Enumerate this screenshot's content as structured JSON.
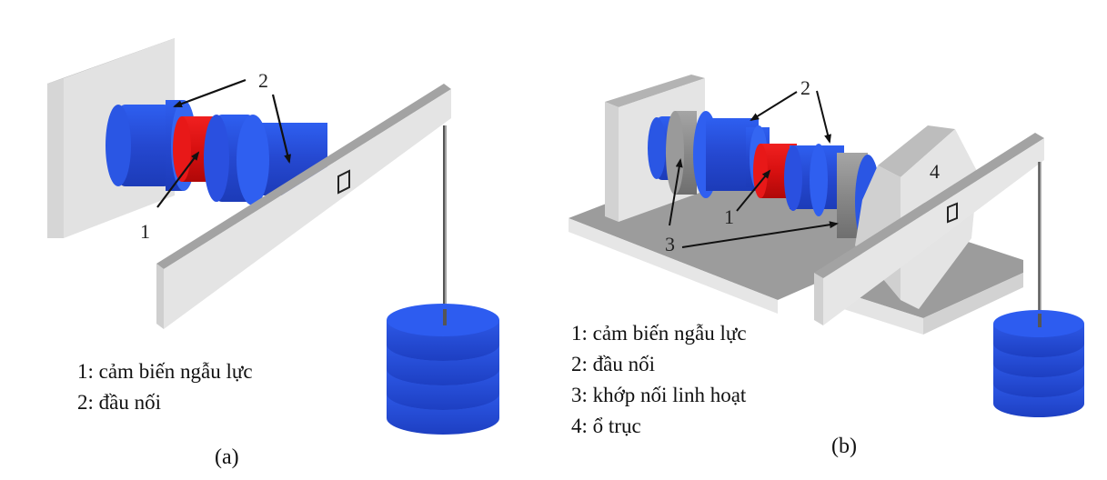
{
  "figure": {
    "panels": [
      {
        "id": "a",
        "caption": "(a)",
        "callouts": [
          "1",
          "2"
        ],
        "legend": [
          "1: cảm biến ngẫu lực",
          "2: đầu nối"
        ]
      },
      {
        "id": "b",
        "caption": "(b)",
        "callouts": [
          "1",
          "2",
          "3",
          "4"
        ],
        "legend": [
          "1: cảm biến ngẫu lực",
          "2: đầu nối",
          "3: khớp nối linh hoạt",
          "4: ổ trục"
        ]
      }
    ],
    "colors": {
      "sensor": "#e01010",
      "connector": "#2f5fe8",
      "weight": "#2a55e0",
      "coupling": "#8c8c8c",
      "frame": "#e4e4e4",
      "frame_shade": "#a8a8a8",
      "base_top": "#9a9a9a"
    }
  }
}
